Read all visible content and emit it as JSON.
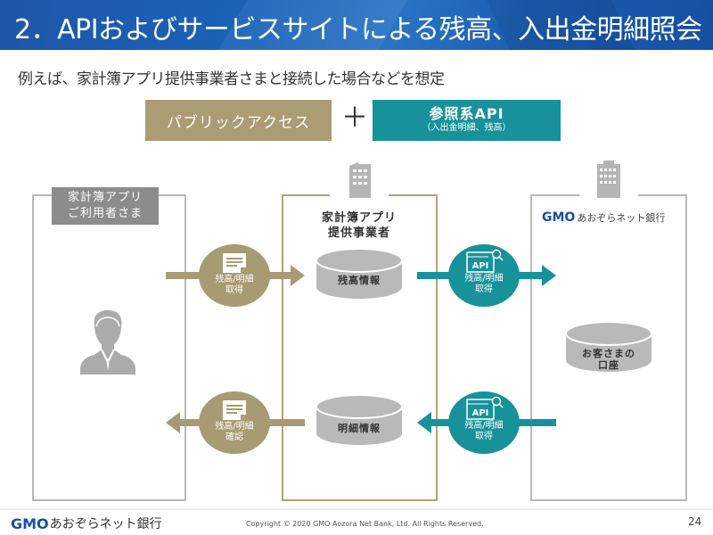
{
  "header": {
    "title": "2．APIおよびサービスサイトによる残高、入出金明細照会"
  },
  "subtitle": "例えば、家計簿アプリ提供事業者さまと接続した場合などを想定",
  "tags": {
    "public_access": "パブリックアクセス",
    "plus": "＋",
    "api_main": "参照系API",
    "api_sub": "（入出金明細、残高）"
  },
  "panels": {
    "user": {
      "line1": "家計簿アプリ",
      "line2": "ご利用者さま"
    },
    "provider": {
      "line1": "家計簿アプリ",
      "line2": "提供事業者"
    },
    "bank": {
      "logo": "GMO",
      "name": "あおぞらネット銀行"
    }
  },
  "databases": {
    "balance": "残高情報",
    "statement": "明細情報",
    "account_line1": "お客さまの",
    "account_line2": "口座"
  },
  "flows": {
    "top_left": {
      "icon": "document-icon",
      "line1": "残高/明細",
      "line2": "取得"
    },
    "top_right": {
      "icon": "api-icon",
      "api": "API",
      "line1": "残高/明細",
      "line2": "取得"
    },
    "bottom_left": {
      "icon": "document-icon",
      "line1": "残高/明細",
      "line2": "確認"
    },
    "bottom_right": {
      "icon": "api-icon",
      "api": "API",
      "line1": "残高/明細",
      "line2": "取得"
    }
  },
  "colors": {
    "header_blue": "#1a63b8",
    "gold": "#a89a72",
    "teal": "#17929b",
    "gray": "#b9b9b9",
    "brand_blue": "#1b4f9c"
  },
  "footer": {
    "logo": "GMO",
    "bank_name": "あおぞらネット銀行",
    "copyright": "Copyright © 2020 GMO Aozora Net Bank, Ltd. All Rights Reserved.",
    "page": "24"
  }
}
